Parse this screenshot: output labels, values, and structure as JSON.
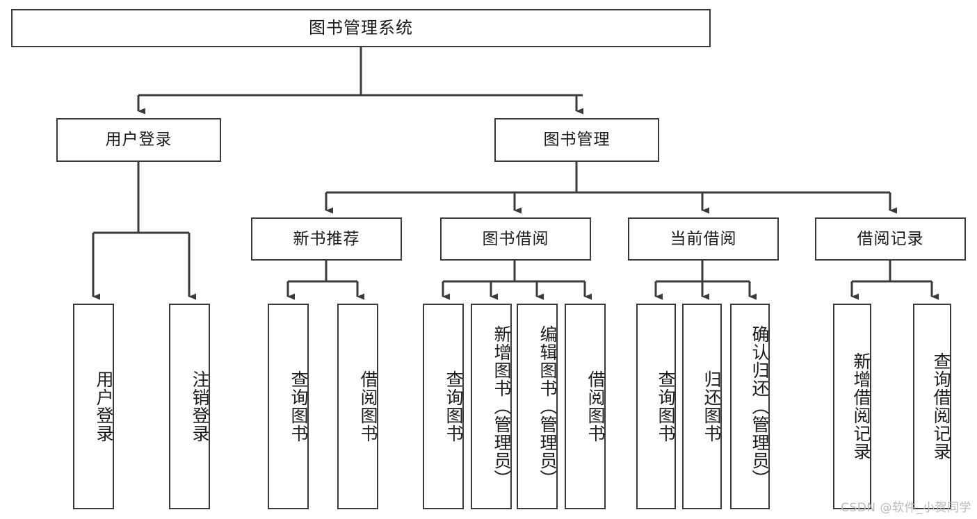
{
  "diagram": {
    "title": "图书管理系统",
    "type": "tree-hierarchy-chart",
    "watermark": "CSDN @软件_小贺同学",
    "colors": {
      "box_border": "#3a3a3a",
      "box_fill": "#ffffff",
      "edge": "#3a3a3a",
      "text": "#1b1b1b",
      "watermark": "#b9b9b9",
      "background": "#ffffff"
    },
    "root": {
      "label": "图书管理系统",
      "orientation": "horizontal"
    },
    "level1": [
      {
        "label": "用户登录",
        "orientation": "horizontal"
      },
      {
        "label": "图书管理",
        "orientation": "horizontal"
      }
    ],
    "level2": [
      {
        "label": "新书推荐",
        "orientation": "horizontal",
        "parent": "图书管理"
      },
      {
        "label": "图书借阅",
        "orientation": "horizontal",
        "parent": "图书管理"
      },
      {
        "label": "当前借阅",
        "orientation": "horizontal",
        "parent": "图书管理"
      },
      {
        "label": "借阅记录",
        "orientation": "horizontal",
        "parent": "图书管理"
      }
    ],
    "leaves": [
      {
        "label": "用户登录",
        "orientation": "vertical",
        "parent": "用户登录"
      },
      {
        "label": "注销登录",
        "orientation": "vertical",
        "parent": "用户登录"
      },
      {
        "label": "查询图书",
        "orientation": "vertical",
        "parent": "新书推荐"
      },
      {
        "label": "借阅图书",
        "orientation": "vertical",
        "parent": "新书推荐"
      },
      {
        "label": "查询图书",
        "orientation": "vertical",
        "parent": "图书借阅"
      },
      {
        "label": "新增图书（管理员）",
        "orientation": "vertical",
        "parent": "图书借阅"
      },
      {
        "label": "编辑图书（管理员）",
        "orientation": "vertical",
        "parent": "图书借阅"
      },
      {
        "label": "借阅图书",
        "orientation": "vertical",
        "parent": "图书借阅"
      },
      {
        "label": "查询图书",
        "orientation": "vertical",
        "parent": "当前借阅"
      },
      {
        "label": "归还图书",
        "orientation": "vertical",
        "parent": "当前借阅"
      },
      {
        "label": "确认归还（管理员）",
        "orientation": "vertical",
        "parent": "当前借阅"
      },
      {
        "label": "新增借阅记录",
        "orientation": "vertical",
        "parent": "借阅记录"
      },
      {
        "label": "查询借阅记录",
        "orientation": "vertical",
        "parent": "借阅记录"
      }
    ]
  }
}
